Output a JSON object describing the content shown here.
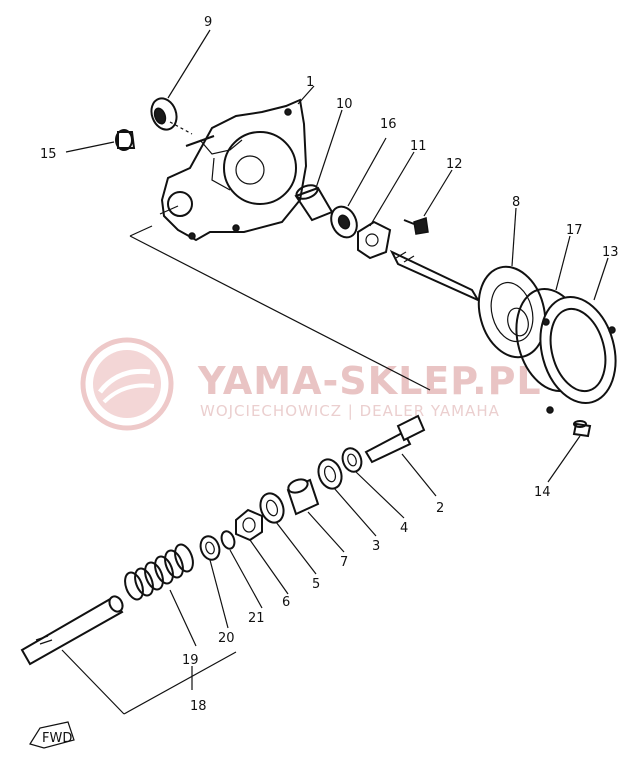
{
  "watermark": {
    "title": "YAMA-SKLEP.PL",
    "subtitle": "WOJCIECHOWICZ | DEALER YAMAHA"
  },
  "callouts": [
    {
      "id": "1",
      "text": "1"
    },
    {
      "id": "2",
      "text": "2"
    },
    {
      "id": "3",
      "text": "3"
    },
    {
      "id": "4",
      "text": "4"
    },
    {
      "id": "5",
      "text": "5"
    },
    {
      "id": "6",
      "text": "6"
    },
    {
      "id": "7",
      "text": "7"
    },
    {
      "id": "8",
      "text": "8"
    },
    {
      "id": "9",
      "text": "9"
    },
    {
      "id": "10",
      "text": "10"
    },
    {
      "id": "11",
      "text": "11"
    },
    {
      "id": "12",
      "text": "12"
    },
    {
      "id": "13",
      "text": "13"
    },
    {
      "id": "14",
      "text": "14"
    },
    {
      "id": "15",
      "text": "15"
    },
    {
      "id": "16",
      "text": "16"
    },
    {
      "id": "17",
      "text": "17"
    },
    {
      "id": "18",
      "text": "18"
    },
    {
      "id": "19",
      "text": "19"
    },
    {
      "id": "20",
      "text": "20"
    },
    {
      "id": "21",
      "text": "21"
    }
  ],
  "fwd_mark": "FWD",
  "colors": {
    "line": "#111111",
    "watermark": "#e9c4c4"
  }
}
